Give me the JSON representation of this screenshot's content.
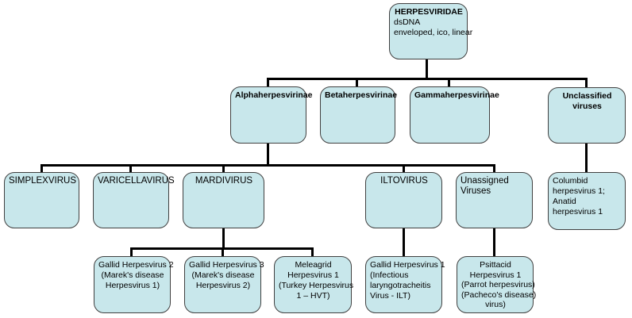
{
  "colors": {
    "background": "#ffffff",
    "node_fill": "#c8e7eb",
    "node_border": "#404040",
    "connector": "#000000",
    "text": "#000000"
  },
  "nodes": {
    "herpesviridae": {
      "title": "HERPESVIRIDAE",
      "lines": [
        "dsDNA",
        "enveloped, ico, linear"
      ]
    },
    "alphaherpesvirinae": {
      "label": "Alphaherpesvirinae"
    },
    "betaherpesvirinae": {
      "label": "Betaherpesvirinae"
    },
    "gammaherpesvirinae": {
      "label": "Gammaherpesvirinae"
    },
    "unclassified_viruses": {
      "lines": [
        "Unclassified",
        "viruses"
      ]
    },
    "simplexvirus": {
      "label": "SIMPLEXVIRUS"
    },
    "varicellavirus": {
      "label": "VARICELLAVIRUS"
    },
    "mardivirus": {
      "label": "MARDIVIRUS"
    },
    "iltovirus": {
      "label": "ILTOVIRUS"
    },
    "unassigned_viruses": {
      "lines": [
        "Unassigned",
        "Viruses"
      ]
    },
    "columbid_anatid": {
      "lines": [
        "Columbid",
        "herpesvirus 1;",
        "Anatid",
        "herpesvirus 1"
      ]
    },
    "gallid_herpesvirus_2": {
      "lines": [
        "Gallid Herpesvirus 2",
        "(Marek's disease",
        "Herpesvirus 1)"
      ]
    },
    "gallid_herpesvirus_3": {
      "lines": [
        "Gallid Herpesvirus 3",
        "(Marek's disease",
        "Herpesvirus 2)"
      ]
    },
    "meleagrid_herpesvirus_1": {
      "lines": [
        "Meleagrid",
        "Herpesvirus 1",
        "(Turkey Herpesvirus",
        "1 – HVT)"
      ]
    },
    "gallid_herpesvirus_1": {
      "lines": [
        "Gallid Herpesvirus 1",
        "(Infectious",
        "laryngotracheitis",
        "Virus - ILT)"
      ]
    },
    "psittacid_herpesvirus_1": {
      "lines": [
        "Psittacid",
        "Herpesvirus 1",
        "(Parrot herpesvirus)",
        "(Pacheco's disease)",
        "virus)"
      ]
    }
  }
}
